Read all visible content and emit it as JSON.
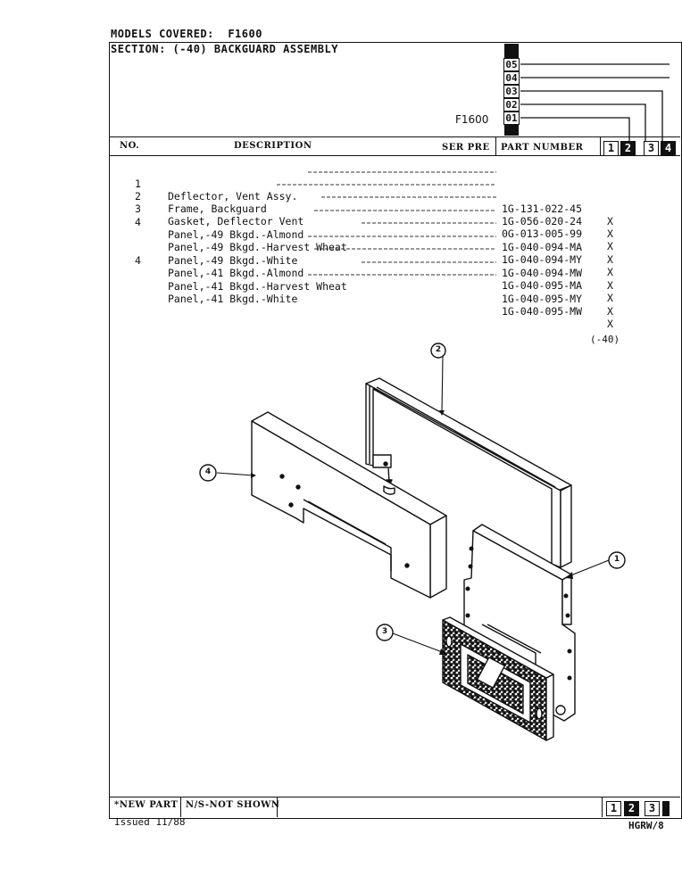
{
  "header": {
    "models_covered": "MODELS COVERED:  F1600",
    "section": "SECTION: (-40) BACKGUARD ASSEMBLY"
  },
  "model_matrix": {
    "codes": [
      "05",
      "04",
      "03",
      "02",
      "01"
    ],
    "model_label": "F1600"
  },
  "columns": {
    "no": "NO.",
    "description": "DESCRIPTION",
    "ser_pre": "SER PRE",
    "part_number": "PART NUMBER",
    "model_cols": [
      "1",
      "2",
      "3",
      "4"
    ]
  },
  "parts": [
    {
      "no": "1",
      "description": "Deflector, Vent Assy.",
      "part": "1G-131-022-45",
      "mark": "X"
    },
    {
      "no": "2",
      "description": "Frame, Backguard",
      "part": "1G-056-020-24",
      "mark": "X"
    },
    {
      "no": "3",
      "description": "Gasket, Deflector Vent",
      "part": "0G-013-005-99",
      "mark": "X"
    },
    {
      "no": "4",
      "description": "Panel,-49 Bkgd.-Almond",
      "part": "1G-040-094-MA",
      "mark": "X"
    },
    {
      "no": "",
      "description": "Panel,-49 Bkgd.-Harvest Wheat",
      "part": "1G-040-094-MY",
      "mark": "X"
    },
    {
      "no": "",
      "description": "Panel,-49 Bkgd.-White",
      "part": "1G-040-094-MW",
      "mark": "X"
    },
    {
      "no": "4",
      "description": "Panel,-41 Bkgd.-Almond",
      "part": "1G-040-095-MA",
      "mark": "X"
    },
    {
      "no": "",
      "description": "Panel,-41 Bkgd.-Harvest Wheat",
      "part": "1G-040-095-MY",
      "mark": "X"
    },
    {
      "no": "",
      "description": "Panel,-41 Bkgd.-White",
      "part": "1G-040-095-MW",
      "mark": "X"
    }
  ],
  "diagram": {
    "section_ref": "(-40)",
    "callouts": [
      "1",
      "2",
      "3",
      "4"
    ]
  },
  "footer": {
    "new_part": "*NEW PART",
    "not_shown": "N/S-NOT SHOWN",
    "page_cols": [
      "1",
      "2",
      "3"
    ],
    "issued": "Issued 11/88",
    "code": "HGRW/8"
  }
}
